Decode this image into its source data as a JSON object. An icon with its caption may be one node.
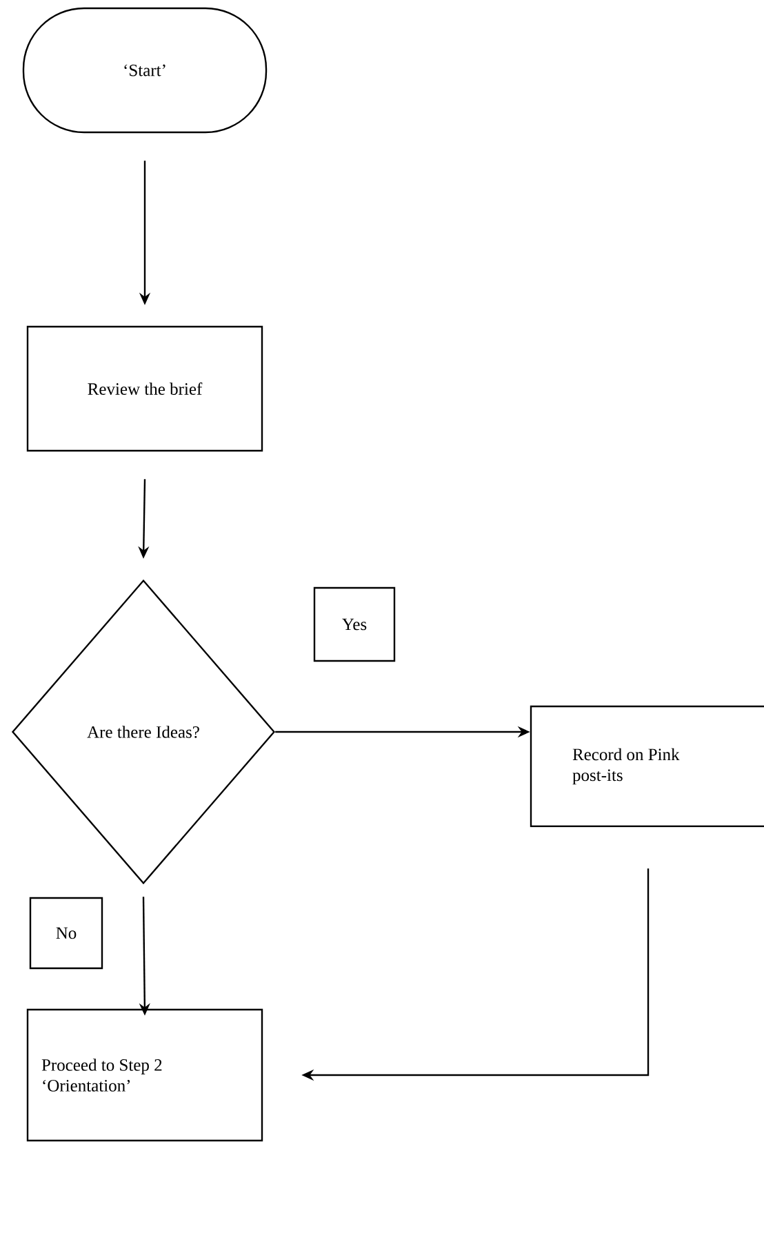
{
  "diagram": {
    "nodes": [
      {
        "text": [
          "‘Start’"
        ]
      },
      {
        "text": [
          "Review the brief"
        ]
      },
      {
        "text": [
          "Are there Ideas?"
        ]
      },
      {
        "text": [
          "Yes"
        ]
      },
      {
        "text": [
          "Record on Pink post-its"
        ]
      },
      {
        "text": [
          "No"
        ]
      },
      {
        "text": [
          "Proceed to Step 2 ‘Orientation’"
        ]
      }
    ],
    "edges": [
      {
        "from": 0,
        "to": 1,
        "arrow": "to"
      },
      {
        "from": 1,
        "to": 2,
        "arrow": "to"
      },
      {
        "from": 2,
        "to": 4,
        "arrow": "to"
      },
      {
        "from": 4,
        "to": 6,
        "arrow": "to"
      },
      {
        "from": 2,
        "to": 6,
        "arrow": "to"
      }
    ]
  }
}
